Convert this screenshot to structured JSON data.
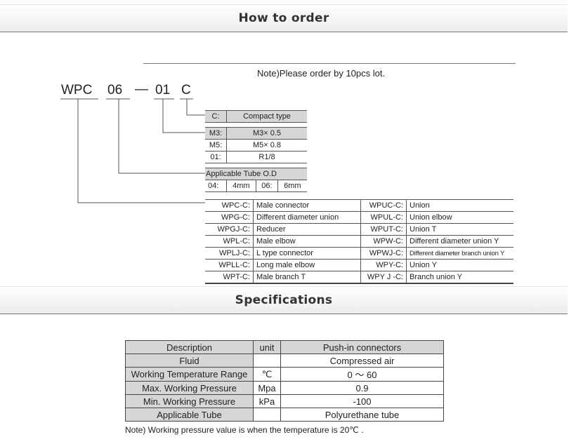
{
  "how_to_order": {
    "title": "How to order",
    "note": "Note)Please order by 10pcs lot.",
    "code_parts": [
      "WPC",
      "06",
      "—",
      "01",
      "C"
    ],
    "type_option": {
      "code": "C:",
      "label": "Compact type"
    },
    "thread_options": [
      {
        "code": "M3:",
        "label": "M3× 0.5"
      },
      {
        "code": "M5:",
        "label": "M5× 0.8"
      },
      {
        "code": "01:",
        "label": "R1/8"
      }
    ],
    "tube_header": "Applicable Tube O.D",
    "tube_options": [
      {
        "code": "04:",
        "label": "4mm"
      },
      {
        "code": "06:",
        "label": "6mm"
      }
    ],
    "models": [
      {
        "c1": "WPC-C:",
        "n1": "Male connector",
        "c2": "WPUC-C:",
        "n2": "Union"
      },
      {
        "c1": "WPG-C:",
        "n1": "Different diameter union",
        "c2": "WPUL-C:",
        "n2": "Union elbow"
      },
      {
        "c1": "WPGJ-C:",
        "n1": "Reducer",
        "c2": "WPUT-C:",
        "n2": "Union T"
      },
      {
        "c1": "WPL-C:",
        "n1": "Male elbow",
        "c2": "WPW-C:",
        "n2": "Different diameter union Y"
      },
      {
        "c1": "WPLJ-C:",
        "n1": "L type connector",
        "c2": "WPWJ-C:",
        "n2": "Different diameter  branch union Y"
      },
      {
        "c1": "WPLL-C:",
        "n1": "Long male elbow",
        "c2": "WPY-C:",
        "n2": "Union Y"
      },
      {
        "c1": "WPT-C:",
        "n1": "Male branch T",
        "c2": "WPY J  -C:",
        "n2": "Branch union Y"
      }
    ]
  },
  "specifications": {
    "title": "Specifications",
    "headers": [
      "Description",
      "unit",
      "Push-in connectors"
    ],
    "rows": [
      {
        "desc": "Fluid",
        "unit": "",
        "value": "Compressed air"
      },
      {
        "desc": "Working Temperature Range",
        "unit": "℃",
        "value": "0 ～ 60"
      },
      {
        "desc": "Max. Working Pressure",
        "unit": "Mpa",
        "value": "0.9"
      },
      {
        "desc": "Min. Working Pressure",
        "unit": "kPa",
        "value": "-100"
      },
      {
        "desc": "Applicable Tube",
        "unit": "",
        "value": "Polyurethane tube"
      }
    ],
    "note": "Note) Working pressure value is when the temperature is 20℃ ."
  }
}
